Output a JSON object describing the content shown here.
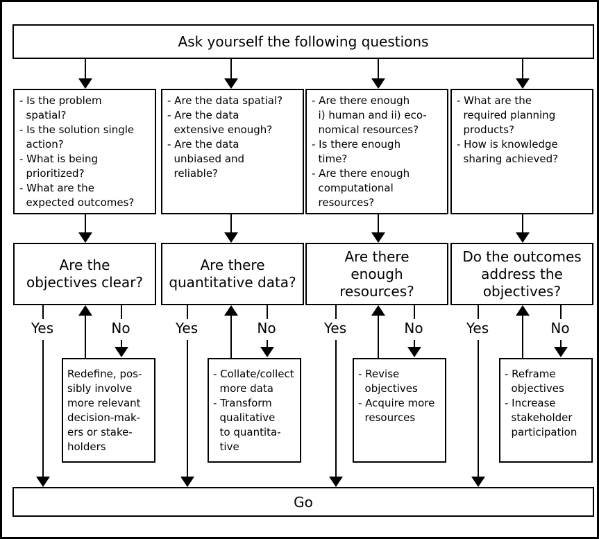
{
  "frame": {
    "ink": "#000000",
    "paper": "#ffffff"
  },
  "title": "Ask yourself the following questions",
  "go_label": "Go",
  "columns": [
    {
      "name": "objectives",
      "questions": [
        "- Is the problem\n  spatial?",
        "- Is the solution single\n  action?",
        "- What is being\n  prioritized?",
        "- What are the\n  expected outcomes?"
      ],
      "decision": "Are the\nobjectives clear?",
      "yes_label": "Yes",
      "no_label": "No",
      "remedy_items": [
        "Redefine, pos-\nsibly involve\nmore relevant\ndecision-mak-\ners or stake-\nholders"
      ]
    },
    {
      "name": "data",
      "questions": [
        "- Are the data spatial?",
        "- Are the data\n  extensive enough?",
        "- Are the data\n  unbiased and\n  reliable?"
      ],
      "decision": "Are there\nquantitative data?",
      "yes_label": "Yes",
      "no_label": "No",
      "remedy_items": [
        "- Collate/collect\n  more data",
        "- Transform\n  qualitative\n  to quantita-\n  tive"
      ]
    },
    {
      "name": "resources",
      "questions": [
        "- Are there enough\n  i) human and ii) eco-\n  nomical resources?",
        "- Is there enough\n  time?",
        "- Are there enough\n  computational\n  resources?"
      ],
      "decision": "Are there\nenough\nresources?",
      "yes_label": "Yes",
      "no_label": "No",
      "remedy_items": [
        "- Revise\n  objectives",
        "- Acquire more\n  resources"
      ]
    },
    {
      "name": "outcomes",
      "questions": [
        "- What are the\n  required planning\n  products?",
        "- How is knowledge\n  sharing achieved?"
      ],
      "decision": "Do the outcomes\naddress the\nobjectives?",
      "yes_label": "Yes",
      "no_label": "No",
      "remedy_items": [
        "- Reframe\n  objectives",
        "- Increase\n  stakeholder\n  participation"
      ]
    }
  ]
}
